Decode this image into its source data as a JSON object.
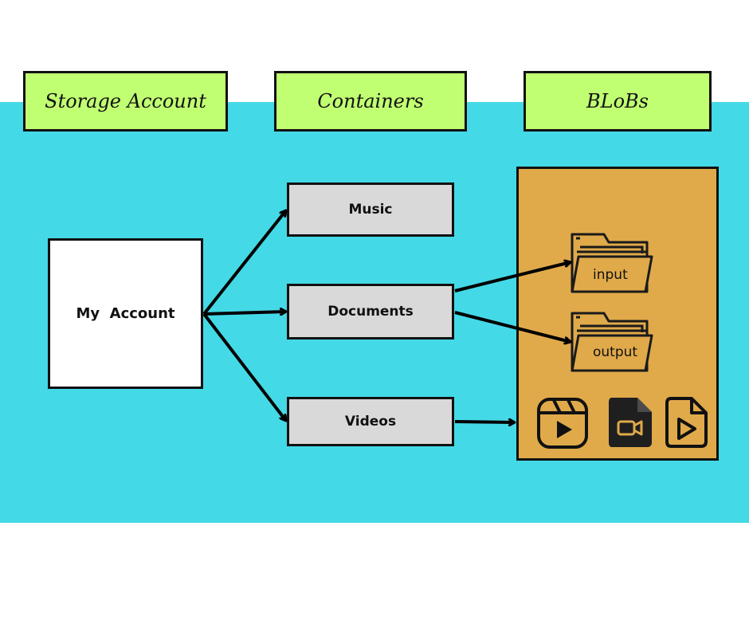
{
  "headers": {
    "storage_account": "Storage Account",
    "containers": "Containers",
    "blobs": "BLoBs"
  },
  "account": {
    "label": "My  Account"
  },
  "containers": {
    "music": "Music",
    "documents": "Documents",
    "videos": "Videos"
  },
  "blobs": {
    "folders": [
      "input",
      "output"
    ],
    "file_icons": [
      "video-clip-icon",
      "video-file-icon",
      "play-file-icon"
    ]
  },
  "colors": {
    "background_band": "#44d9e6",
    "header_fill": "#c1ff72",
    "container_fill": "#d9d9d9",
    "blob_panel_fill": "#e0aa4a",
    "account_fill": "#ffffff"
  }
}
